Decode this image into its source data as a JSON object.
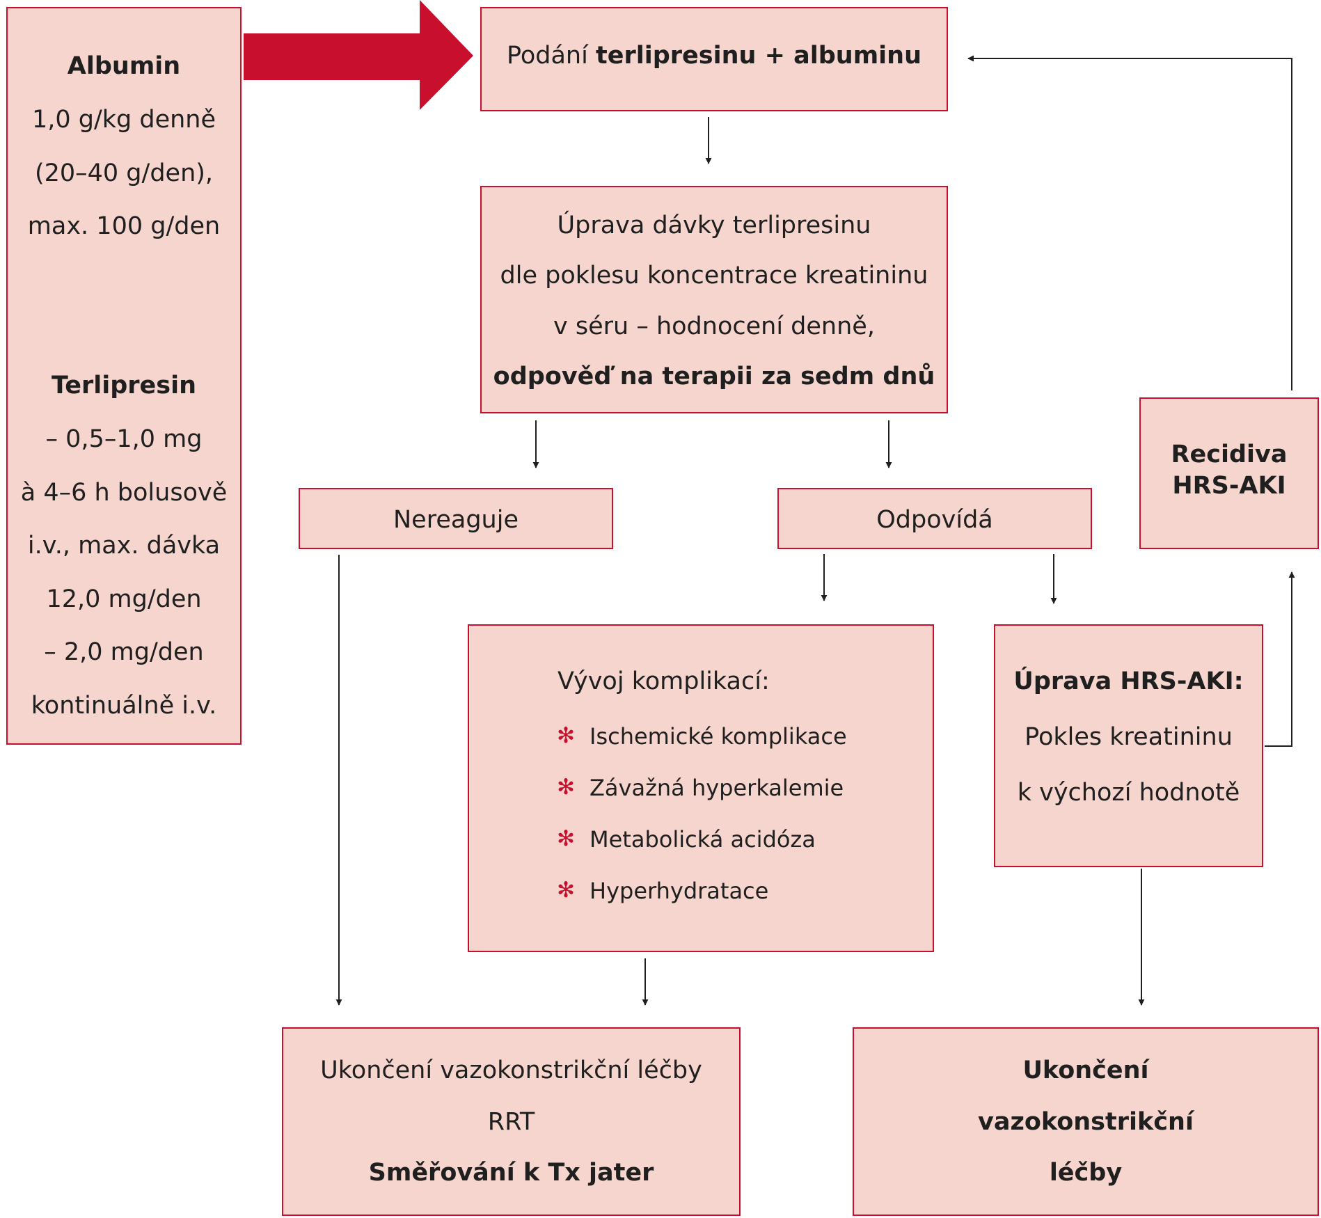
{
  "colors": {
    "accent": "#c8102e",
    "box_fill": "#f5d5cd",
    "text": "#1f1f1f"
  },
  "left_panel": {
    "albumin_title": "Albumin",
    "albumin_lines": [
      "1,0 g/kg denně",
      "(20–40 g/den),",
      "max. 100 g/den"
    ],
    "terlipresin_title": "Terlipresin",
    "terlipresin_lines": [
      "– 0,5–1,0 mg",
      "à 4–6 h bolusově",
      "i.v., max. dávka",
      "12,0 mg/den",
      "– 2,0 mg/den",
      "kontinuálně i.v."
    ]
  },
  "start_box": {
    "prefix": "Podání ",
    "bold": "terlipresinu + albuminu"
  },
  "dose_box": {
    "lines": [
      "Úprava dávky terlipresinu",
      "dle poklesu koncentrace kreatininu",
      "v séru – hodnocení denně,"
    ],
    "bold_line": "odpověď na terapii za sedm dnů"
  },
  "nonresponse_box": {
    "label": "Nereaguje"
  },
  "response_box": {
    "label": "Odpovídá"
  },
  "complications_box": {
    "title": "Vývoj komplikací:",
    "bullet_icon": "asterisk-icon",
    "bullet_glyph": "✻",
    "items": [
      "Ischemické komplikace",
      "Závažná hyperkalemie",
      "Metabolická acidóza",
      "Hyperhydratace"
    ]
  },
  "resolution_box": {
    "title": "Úprava HRS-AKI:",
    "lines": [
      "Pokles kreatininu",
      "k výchozí hodnotě"
    ]
  },
  "recurrence_box": {
    "lines": [
      "Recidiva",
      "HRS-AKI"
    ]
  },
  "stop_left_box": {
    "lines": [
      "Ukončení vazokonstrikční léčby",
      "RRT"
    ],
    "bold_line": "Směřování k Tx jater"
  },
  "stop_right_box": {
    "lines": [
      "Ukončení",
      "vazokonstrikční",
      "léčby"
    ]
  }
}
